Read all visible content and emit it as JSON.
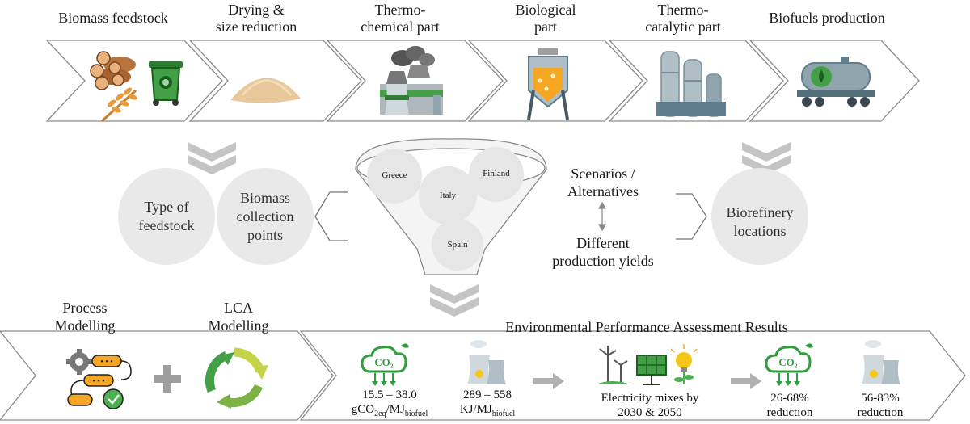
{
  "process_stages": [
    {
      "label_lines": [
        "Biomass feedstock"
      ]
    },
    {
      "label_lines": [
        "Drying &",
        "size reduction"
      ]
    },
    {
      "label_lines": [
        "Thermo-",
        "chemical part"
      ]
    },
    {
      "label_lines": [
        "Biological",
        "part"
      ]
    },
    {
      "label_lines": [
        "Thermo-",
        "catalytic part"
      ]
    },
    {
      "label_lines": [
        "Biofuels production"
      ]
    }
  ],
  "middle": {
    "type_of_feedstock": [
      "Type of",
      "feedstock"
    ],
    "biomass_collection": [
      "Biomass",
      "collection",
      "points"
    ],
    "funnel_countries": [
      "Greece",
      "Italy",
      "Finland",
      "Spain"
    ],
    "scenarios": [
      "Scenarios /",
      "Alternatives"
    ],
    "yields": [
      "Different",
      "production yields"
    ],
    "biorefinery": [
      "Biorefinery",
      "locations"
    ]
  },
  "modelling": {
    "process": [
      "Process",
      "Modelling"
    ],
    "lca": [
      "LCA",
      "Modelling"
    ]
  },
  "results": {
    "title": "Environmental Performance Assessment Results",
    "co2_badge": "CO",
    "co2_sub": "2",
    "ghg_range": "15.5 – 38.0",
    "ghg_unit": {
      "base": "gCO",
      "sub1": "2eq",
      "mid": "/MJ",
      "sub2": "biofuel"
    },
    "energy_range": "289 – 558",
    "energy_unit": {
      "base": "KJ/MJ",
      "sub": "biofuel"
    },
    "electricity": [
      "Electricity mixes by",
      "2030 & 2050"
    ],
    "co2_reduction": [
      "26-68%",
      "reduction"
    ],
    "energy_reduction": [
      "56-83%",
      "reduction"
    ]
  },
  "colors": {
    "chevron_stroke": "#8a8a8a",
    "circle_fill": "#e9e9e9",
    "green": "#4caf50",
    "dark_green": "#2e7d32",
    "orange": "#f5a623",
    "gray_icon": "#9aa3a8"
  }
}
